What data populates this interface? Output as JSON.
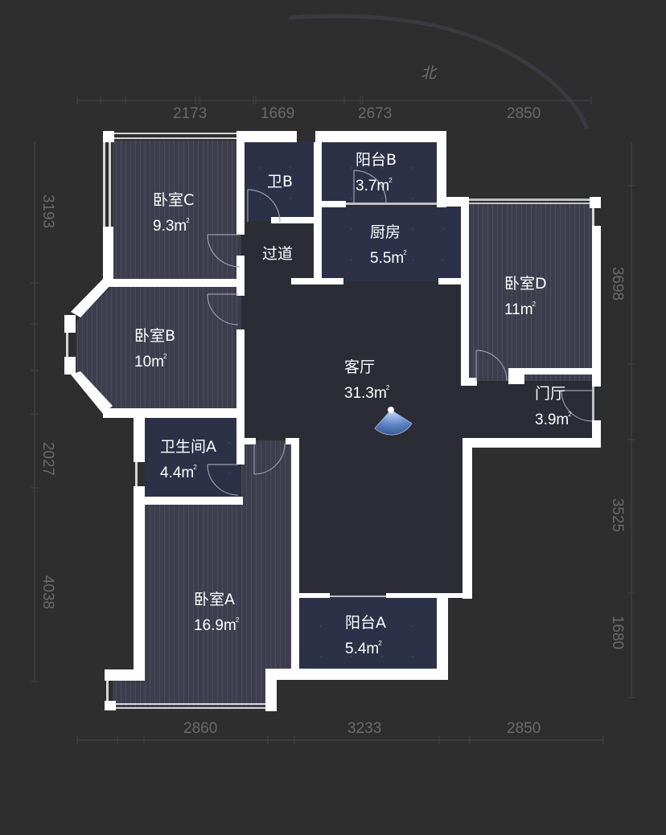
{
  "compass": {
    "north_label": "北",
    "icon": "compass-arc"
  },
  "dimensions": {
    "top": [
      "2173",
      "1669",
      "2673",
      "2850"
    ],
    "bottom": [
      "2860",
      "3233",
      "2850"
    ],
    "left": [
      "3193",
      "2027",
      "4038"
    ],
    "right": [
      "3698",
      "3525",
      "1680"
    ]
  },
  "rooms": [
    {
      "id": "bedroom-c",
      "name": "卧室C",
      "area": "9.3m",
      "unit_sup": "2"
    },
    {
      "id": "bathroom-b",
      "name": "卫B",
      "area": "",
      "unit_sup": ""
    },
    {
      "id": "balcony-b",
      "name": "阳台B",
      "area": "3.7m",
      "unit_sup": "2"
    },
    {
      "id": "kitchen",
      "name": "厨房",
      "area": "5.5m",
      "unit_sup": "2"
    },
    {
      "id": "corridor",
      "name": "过道",
      "area": "",
      "unit_sup": ""
    },
    {
      "id": "bedroom-b",
      "name": "卧室B",
      "area": "10m",
      "unit_sup": "2"
    },
    {
      "id": "living-room",
      "name": "客厅",
      "area": "31.3m",
      "unit_sup": "2"
    },
    {
      "id": "bedroom-d",
      "name": "卧室D",
      "area": "11m",
      "unit_sup": "2"
    },
    {
      "id": "foyer",
      "name": "门厅",
      "area": "3.9m",
      "unit_sup": "2"
    },
    {
      "id": "bathroom-a",
      "name": "卫生间A",
      "area": "4.4m",
      "unit_sup": "2"
    },
    {
      "id": "bedroom-a",
      "name": "卧室A",
      "area": "16.9m",
      "unit_sup": "2"
    },
    {
      "id": "balcony-a",
      "name": "阳台A",
      "area": "5.4m",
      "unit_sup": "2"
    }
  ],
  "viewpoint": {
    "icon": "camera-view-cone",
    "room": "客厅"
  },
  "colors": {
    "background": "#2e2e2e",
    "wall": "#ffffff",
    "bedroom_floor": "#3c3c4c",
    "wet_floor": "#2c3148",
    "living_floor": "#2b2c36",
    "dimension_text": "#6a6a6a",
    "view_cone": "#5a7fc0"
  }
}
